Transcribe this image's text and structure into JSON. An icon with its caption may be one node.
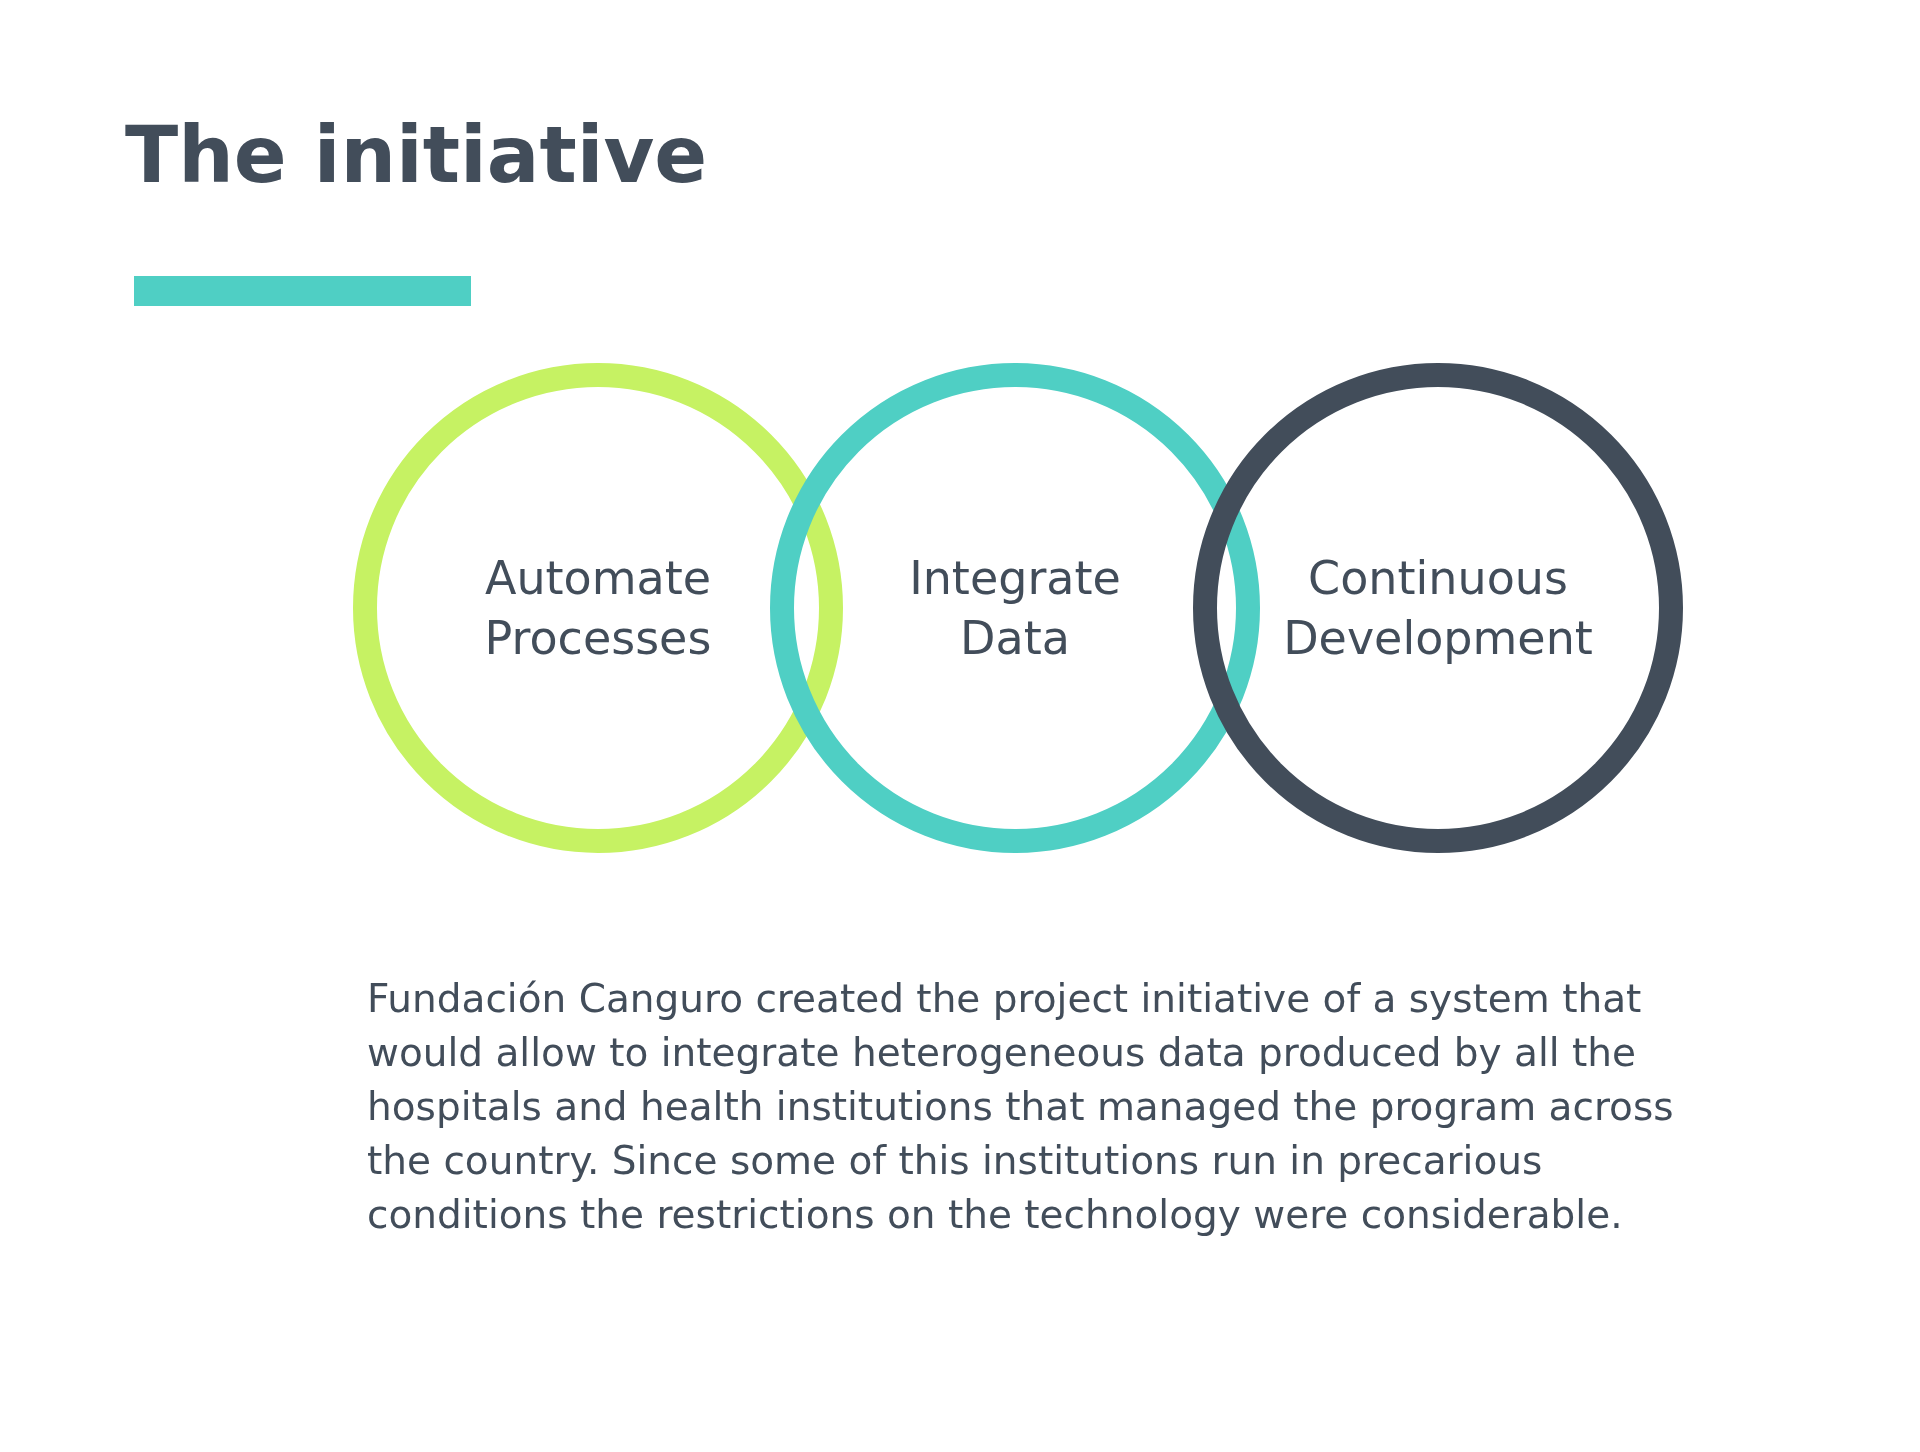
{
  "diagram": {
    "title": "The initiative",
    "nodes": [
      {
        "text": [
          "Automate Processes"
        ]
      },
      {
        "text": [
          "Integrate Data"
        ]
      },
      {
        "text": [
          "Continuous Development"
        ]
      }
    ],
    "labels": [
      "Fundación Canguro created the project initiative of a system that would allow to integrate heterogeneous data produced by all the hospitals and health institutions that managed the program across the country. Since some of this institutions run in precarious conditions the restrictions on the technology were considerable."
    ]
  }
}
